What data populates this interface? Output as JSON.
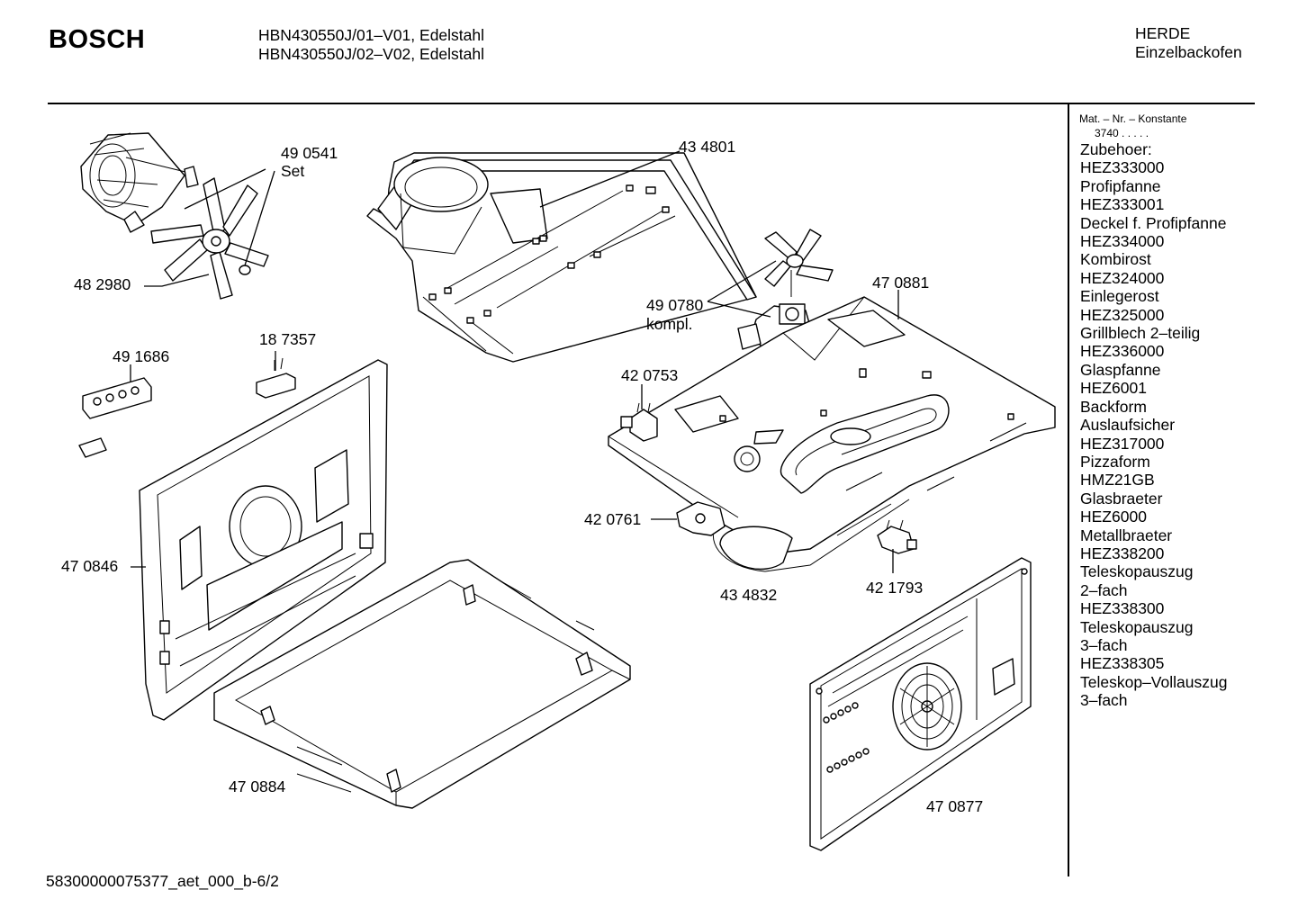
{
  "header": {
    "brand": "BOSCH",
    "models": [
      "HBN430550J/01–V01, Edelstahl",
      "HBN430550J/02–V02, Edelstahl"
    ],
    "category": "HERDE",
    "subcategory": "Einzelbackofen"
  },
  "sidebar": {
    "mat_label": "Mat. – Nr. – Konstante",
    "mat_value": "3740  .  .  .  .  .",
    "accessories_title": "Zubehoer:",
    "accessories": [
      "HEZ333000",
      "Profipfanne",
      "HEZ333001",
      "Deckel f. Profipfanne",
      "HEZ334000",
      "Kombirost",
      "HEZ324000",
      "Einlegerost",
      "HEZ325000",
      "Grillblech 2–teilig",
      "HEZ336000",
      "Glaspfanne",
      "HEZ6001",
      "Backform",
      "Auslaufsicher",
      "HEZ317000",
      "Pizzaform",
      "HMZ21GB",
      "Glasbraeter",
      "HEZ6000",
      "Metallbraeter",
      "HEZ338200",
      "Teleskopauszug",
      "2–fach",
      "HEZ338300",
      "Teleskopauszug",
      "3–fach",
      "HEZ338305",
      "Teleskop–Vollauszug",
      "3–fach"
    ]
  },
  "parts": {
    "p490541": "49 0541",
    "p490541_note": "Set",
    "p482980": "48 2980",
    "p434801": "43 4801",
    "p490780": "49 0780",
    "p490780_note": "kompl.",
    "p470881": "47 0881",
    "p187357": "18 7357",
    "p491686": "49 1686",
    "p420753": "42 0753",
    "p470846": "47 0846",
    "p420761": "42 0761",
    "p434832": "43 4832",
    "p421793": "42 1793",
    "p470884": "47 0884",
    "p470877": "47 0877"
  },
  "footer": {
    "code": "58300000075377_aet_000_b-6/2"
  }
}
